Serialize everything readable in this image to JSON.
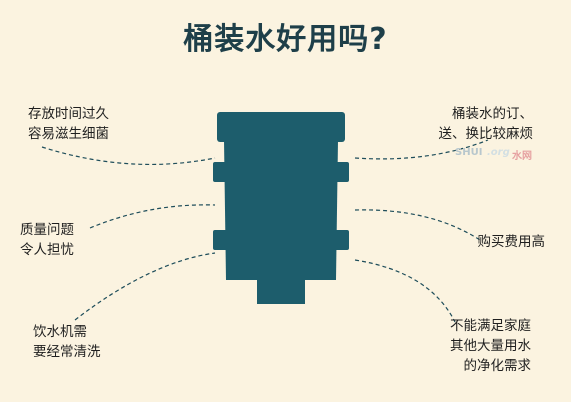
{
  "title": "桶装水好用吗?",
  "colors": {
    "background": "#fbf3e0",
    "bottle": "#1d5d6c",
    "title": "#1e3f49",
    "line": "#1e4d5a"
  },
  "points": [
    {
      "side": "left",
      "lines": [
        "存放时间过久",
        "容易滋生细菌"
      ]
    },
    {
      "side": "left",
      "lines": [
        "质量问题",
        "令人担忧"
      ]
    },
    {
      "side": "left",
      "lines": [
        "饮水机需",
        "要经常清洗"
      ]
    },
    {
      "side": "right",
      "lines": [
        "桶装水的订、",
        "送、换比较麻烦"
      ]
    },
    {
      "side": "right",
      "lines": [
        "购买费用高"
      ]
    },
    {
      "side": "right",
      "lines": [
        "不能满足家庭",
        "其他大量用水",
        "的净化需求"
      ]
    }
  ],
  "watermark": {
    "brand": "SHUI",
    "domain": ".org",
    "cn": "水网"
  }
}
